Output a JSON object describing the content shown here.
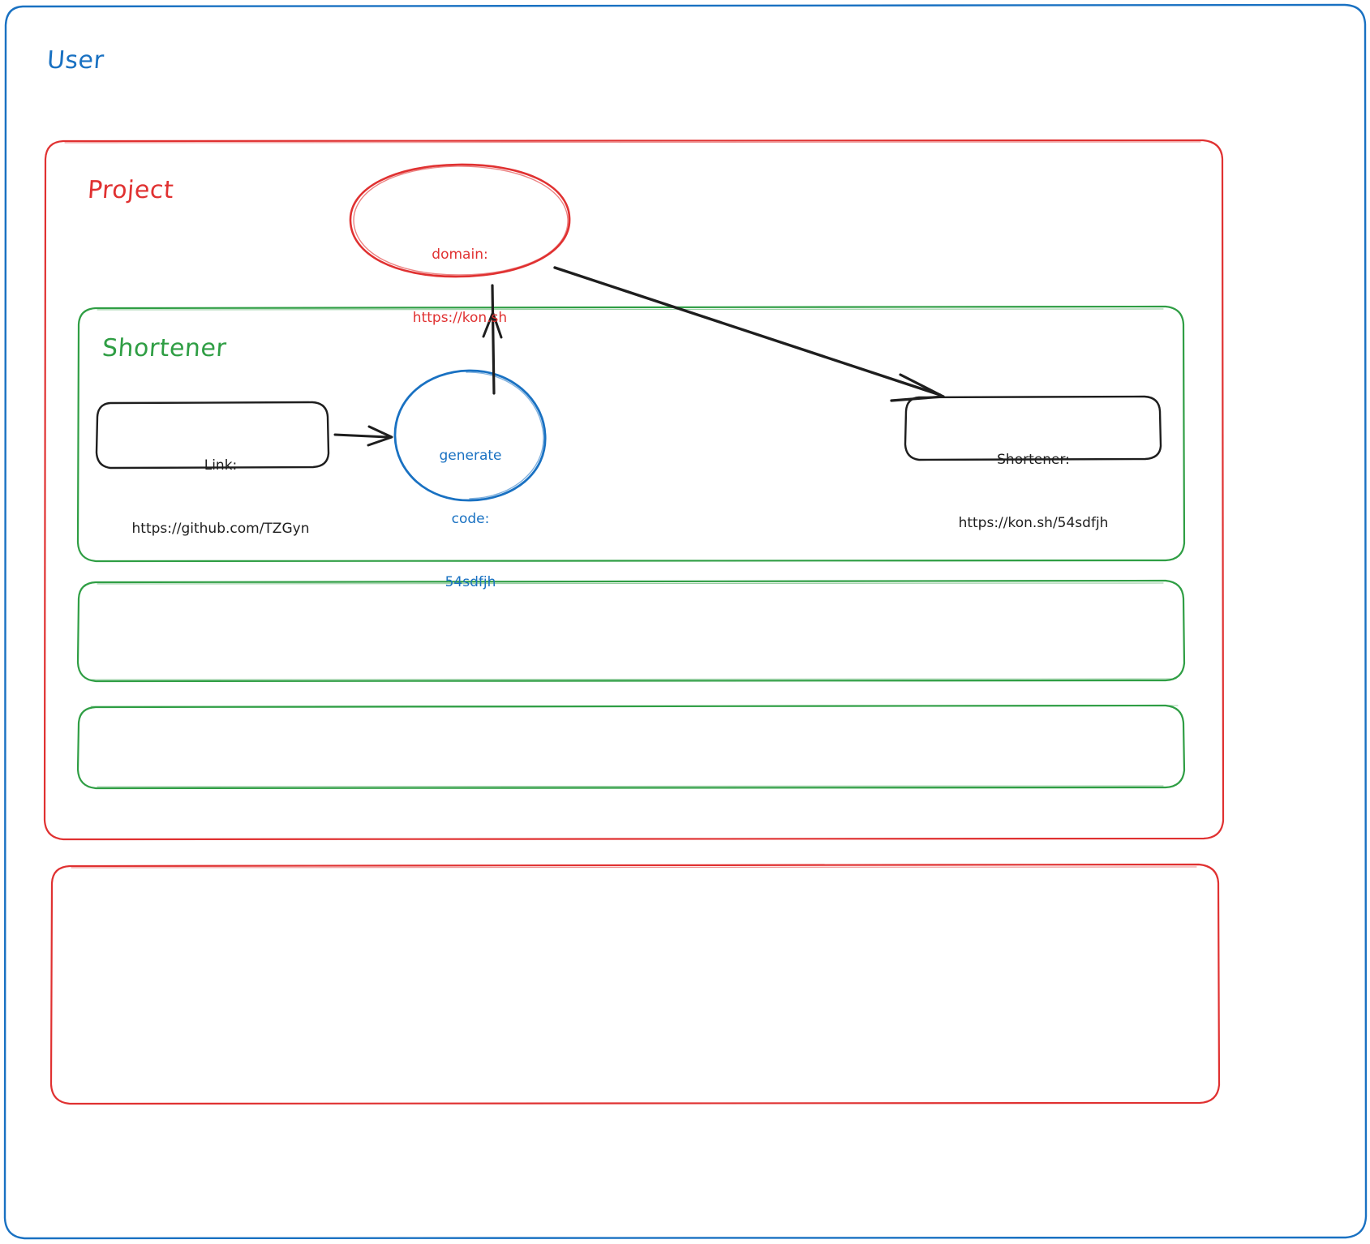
{
  "diagram": {
    "type": "architecture-sketch",
    "style": "hand-drawn",
    "background": "#ffffff",
    "colors": {
      "user_blue": "#1971c2",
      "project_red": "#e03131",
      "shortener_green": "#2f9e44",
      "node_black": "#1e1e1e"
    }
  },
  "groups": {
    "user": {
      "label": "User",
      "color": "#1971c2"
    },
    "project": {
      "label": "Project",
      "color": "#e03131"
    },
    "shortener": {
      "label": "Shortener",
      "color": "#2f9e44"
    },
    "empty_green_1": {
      "label": ""
    },
    "empty_green_2": {
      "label": ""
    },
    "empty_red_1": {
      "label": ""
    }
  },
  "nodes": {
    "domain": {
      "shape": "ellipse",
      "color": "#e03131",
      "line1": "domain:",
      "line2": "https://kon.sh"
    },
    "link": {
      "shape": "rounded-rectangle",
      "color": "#1e1e1e",
      "line1": "Link:",
      "line2": "https://github.com/TZGyn"
    },
    "generate_code": {
      "shape": "circle",
      "color": "#1971c2",
      "line1": "generate",
      "line2": "code:",
      "line3": "54sdfjh"
    },
    "shortener_result": {
      "shape": "rounded-rectangle",
      "color": "#1e1e1e",
      "line1": "Shortener:",
      "line2": "https://kon.sh/54sdfjh"
    }
  },
  "edges": [
    {
      "from": "link",
      "to": "generate_code",
      "style": "arrow",
      "color": "#1e1e1e"
    },
    {
      "from": "generate_code",
      "to": "domain",
      "style": "arrow",
      "color": "#1e1e1e"
    },
    {
      "from": "domain",
      "to": "shortener_result",
      "style": "arrow",
      "color": "#1e1e1e"
    }
  ]
}
